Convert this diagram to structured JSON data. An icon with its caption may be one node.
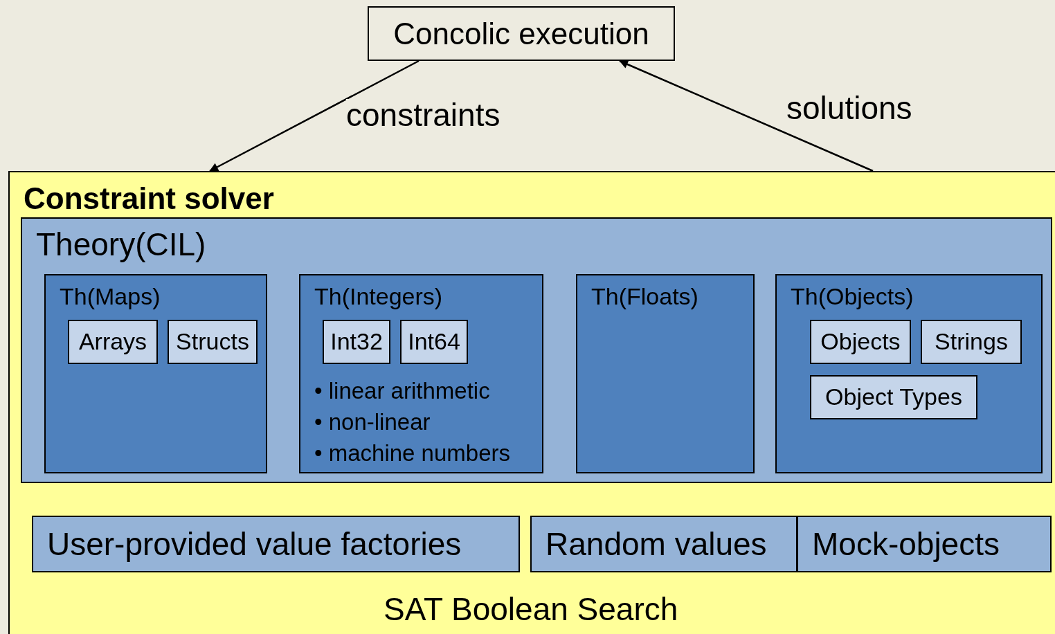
{
  "diagram": {
    "nodes": [
      {
        "text": [
          "Concolic execution"
        ]
      },
      {
        "text": [
          "Constraint solver",
          "SAT Boolean Search"
        ]
      },
      {
        "text": [
          "Theory(CIL)"
        ],
        "in": 1
      },
      {
        "text": [
          "Th(Maps)"
        ],
        "in": 2
      },
      {
        "text": [
          "Arrays"
        ],
        "in": 3
      },
      {
        "text": [
          "Structs"
        ],
        "in": 3
      },
      {
        "text": [
          "Th(Integers)",
          "• linear arithmetic",
          "• non-linear",
          "• machine numbers"
        ],
        "in": 2
      },
      {
        "text": [
          "Int32"
        ],
        "in": 6
      },
      {
        "text": [
          "Int64"
        ],
        "in": 6
      },
      {
        "text": [
          "Th(Floats)"
        ],
        "in": 2
      },
      {
        "text": [
          "Th(Objects)"
        ],
        "in": 2
      },
      {
        "text": [
          "Objects"
        ],
        "in": 10
      },
      {
        "text": [
          "Strings"
        ],
        "in": 10
      },
      {
        "text": [
          "Object Types"
        ],
        "in": 10
      },
      {
        "text": [
          "User-provided value factories"
        ],
        "in": 1
      },
      {
        "text": [
          "Random values"
        ],
        "in": 1
      },
      {
        "text": [
          "Mock-objects"
        ],
        "in": 1
      }
    ],
    "edges": [
      {
        "from": 0,
        "to": 1,
        "arrow": "to",
        "label": "constraints"
      },
      {
        "from": 1,
        "to": 0,
        "arrow": "to",
        "label": "solutions"
      }
    ]
  }
}
